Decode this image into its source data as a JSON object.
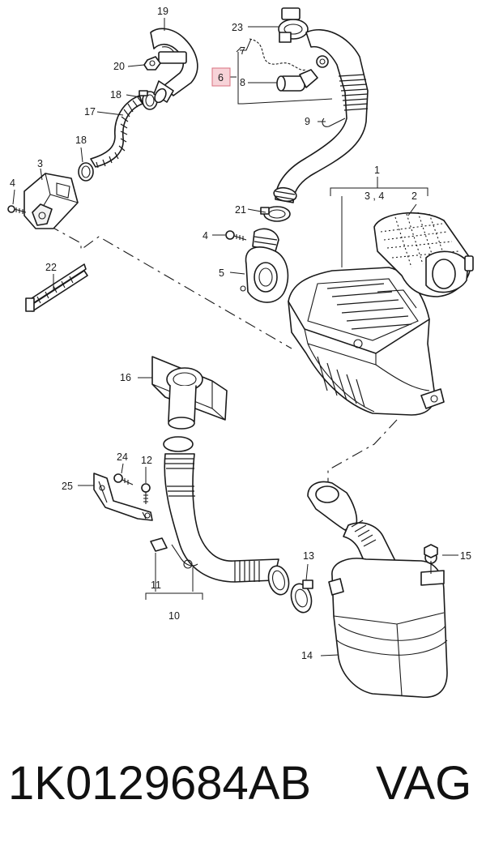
{
  "callouts": {
    "c1": "1",
    "c2": "2",
    "c3": "3",
    "c34": "3 , 4",
    "c4a": "4",
    "c4b": "4",
    "c5": "5",
    "c6": "6",
    "c7": "7",
    "c8": "8",
    "c9": "9",
    "c10": "10",
    "c11": "11",
    "c12": "12",
    "c13": "13",
    "c14": "14",
    "c15": "15",
    "c16": "16",
    "c17": "17",
    "c18a": "18",
    "c18b": "18",
    "c19": "19",
    "c20": "20",
    "c21": "21",
    "c22": "22",
    "c23": "23",
    "c24": "24",
    "c25": "25"
  },
  "highlight_color": "#f7d3d8",
  "footer": {
    "part_number": "1K0129684AB",
    "brand": "VAG"
  }
}
